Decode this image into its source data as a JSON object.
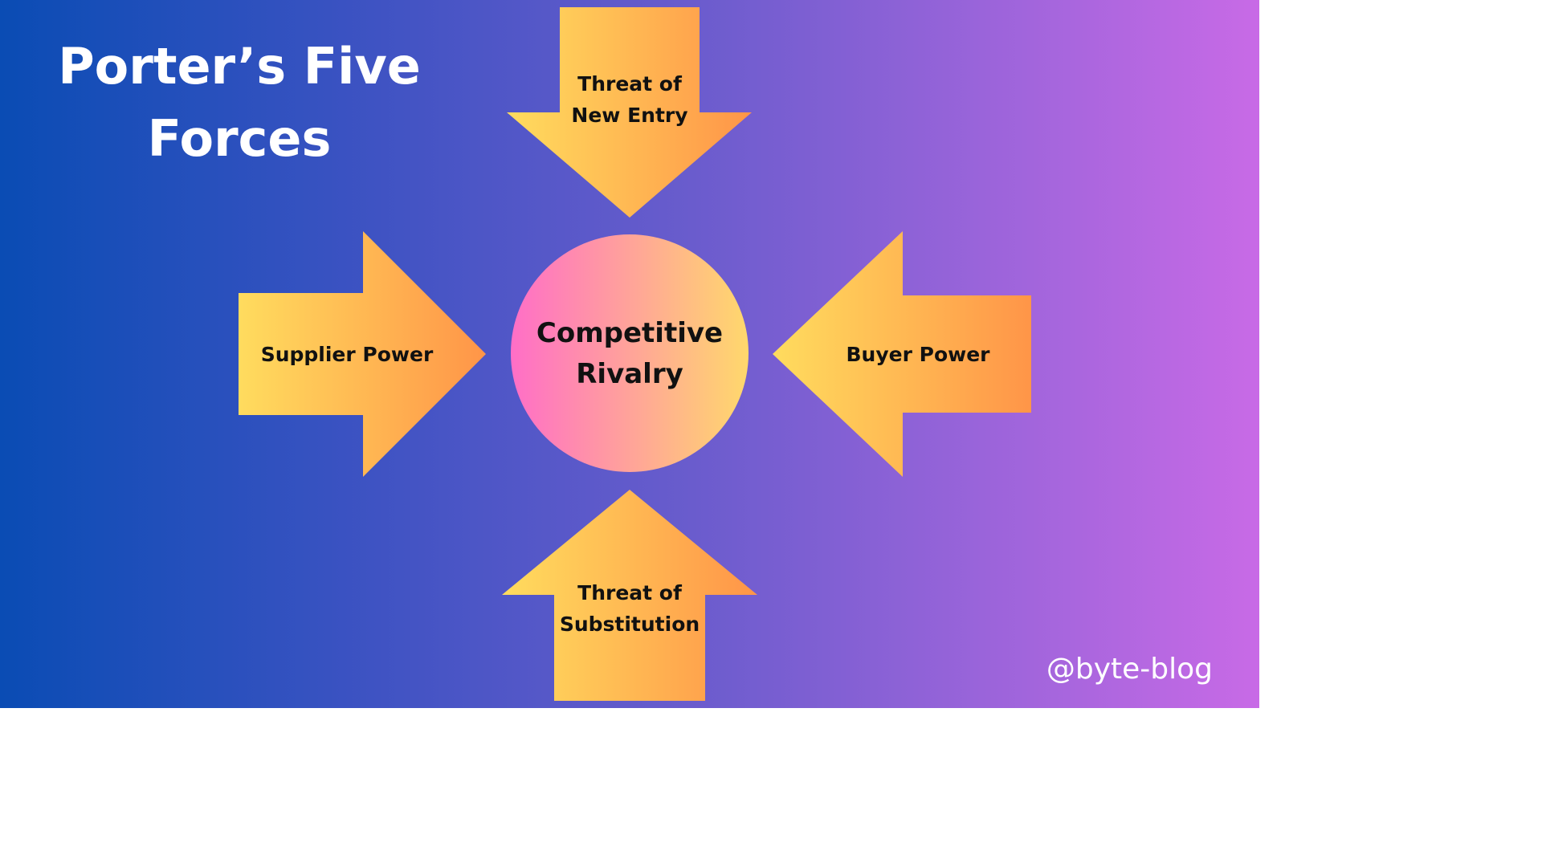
{
  "title": {
    "line1": "Porter’s Five",
    "line2": "Forces"
  },
  "center": {
    "line1": "Competitive",
    "line2": "Rivalry"
  },
  "forces": {
    "top": {
      "line1": "Threat of",
      "line2": "New Entry"
    },
    "left": {
      "line1": "Supplier Power"
    },
    "right": {
      "line1": "Buyer Power"
    },
    "bottom": {
      "line1": "Threat of",
      "line2": "Substitution"
    }
  },
  "handle": "@byte-blog",
  "colors": {
    "background_start": "#0a4cb4",
    "background_end": "#c86ae6",
    "arrow_start": "#ffdc5e",
    "arrow_end": "#ff9548",
    "circle_start": "#ff6ec7",
    "circle_end": "#ffd86c",
    "text_light": "#ffffff",
    "text_dark": "#111111"
  }
}
